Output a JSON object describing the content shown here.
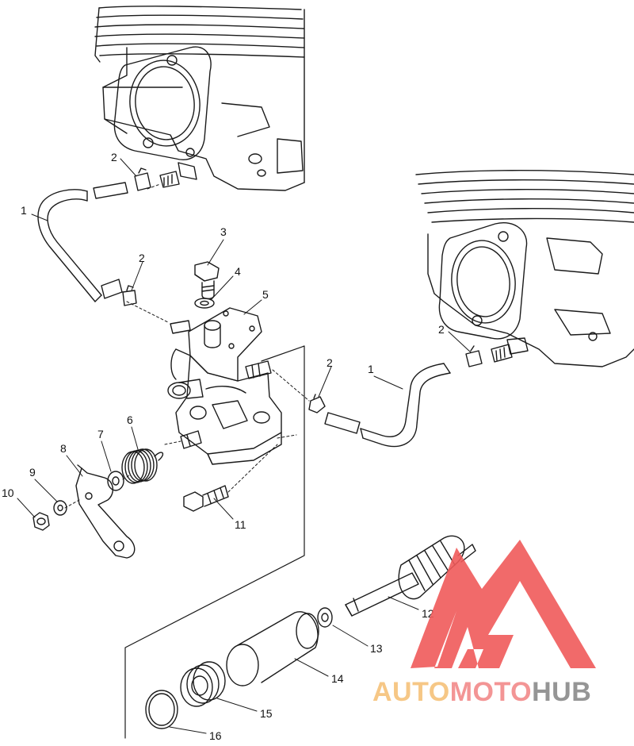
{
  "diagram": {
    "callouts": [
      {
        "id": "c1a",
        "text": "1"
      },
      {
        "id": "c1b",
        "text": "1"
      },
      {
        "id": "c2a",
        "text": "2"
      },
      {
        "id": "c2b",
        "text": "2"
      },
      {
        "id": "c2c",
        "text": "2"
      },
      {
        "id": "c2d",
        "text": "2"
      },
      {
        "id": "c3",
        "text": "3"
      },
      {
        "id": "c4",
        "text": "4"
      },
      {
        "id": "c5",
        "text": "5"
      },
      {
        "id": "c6",
        "text": "6"
      },
      {
        "id": "c7",
        "text": "7"
      },
      {
        "id": "c8",
        "text": "8"
      },
      {
        "id": "c9",
        "text": "9"
      },
      {
        "id": "c10",
        "text": "10"
      },
      {
        "id": "c11",
        "text": "11"
      },
      {
        "id": "c12",
        "text": "12"
      },
      {
        "id": "c13",
        "text": "13"
      },
      {
        "id": "c14",
        "text": "14"
      },
      {
        "id": "c15",
        "text": "15"
      },
      {
        "id": "c16",
        "text": "16"
      }
    ]
  },
  "watermark": {
    "part1": "AUTO",
    "part2": "MOTO",
    "part3": "HUB",
    "colors": {
      "logo": "#f05a5a",
      "auto": "#f6c27a",
      "moto": "#f28a8a",
      "hub": "#8a8a8a"
    }
  },
  "colors": {
    "line": "#1a1a1a",
    "background": "#ffffff"
  }
}
